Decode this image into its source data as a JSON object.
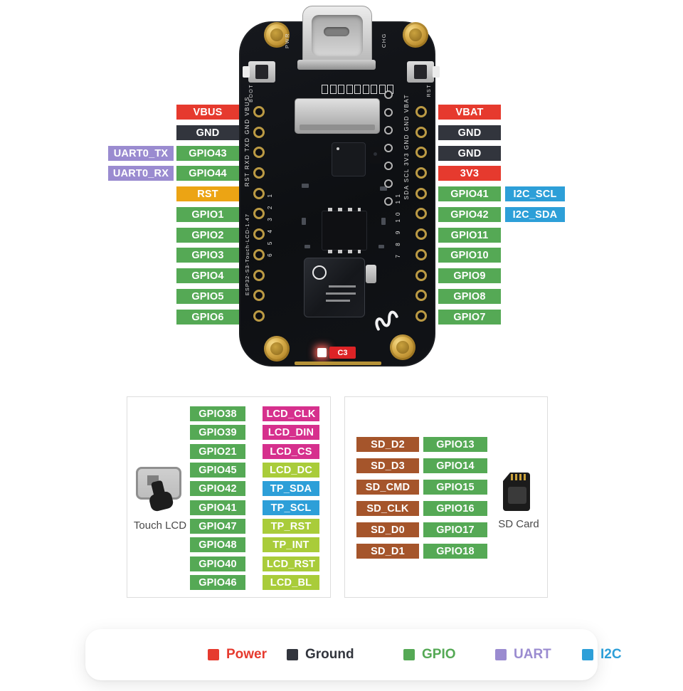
{
  "colors": {
    "power": "#e63a2e",
    "ground": "#32353d",
    "gpio": "#55a955",
    "uart": "#9a8bd0",
    "i2c": "#2d9fd8",
    "reset": "#eca414",
    "lcd_data": "#d6308d",
    "lcd_ctrl": "#a9cc3a",
    "sd": "#a5552b"
  },
  "board": {
    "model_silkscreen": "ESP32-S3-Touch-LCD-1.47",
    "left_pin_silkscreen": "RST RXD TXD GND VBUS",
    "right_pin_silkscreen": "SDA SCL 3V3 GND GND VBAT",
    "left_pin_numbers": "6 5 4 3 2 1",
    "right_pin_numbers": "7 8 9 10 11",
    "pwr_led_label": "PWR",
    "chg_led_label": "CHG",
    "boot_button_label": "BOOT",
    "reset_button_label": "RST",
    "c3_label": "C3"
  },
  "left_pins": [
    {
      "main": "VBUS",
      "type": "power"
    },
    {
      "main": "GND",
      "type": "ground"
    },
    {
      "main": "GPIO43",
      "type": "gpio",
      "alt": "UART0_TX",
      "alt_type": "uart"
    },
    {
      "main": "GPIO44",
      "type": "gpio",
      "alt": "UART0_RX",
      "alt_type": "uart"
    },
    {
      "main": "RST",
      "type": "reset"
    },
    {
      "main": "GPIO1",
      "type": "gpio"
    },
    {
      "main": "GPIO2",
      "type": "gpio"
    },
    {
      "main": "GPIO3",
      "type": "gpio"
    },
    {
      "main": "GPIO4",
      "type": "gpio"
    },
    {
      "main": "GPIO5",
      "type": "gpio"
    },
    {
      "main": "GPIO6",
      "type": "gpio"
    }
  ],
  "right_pins": [
    {
      "main": "VBAT",
      "type": "power"
    },
    {
      "main": "GND",
      "type": "ground"
    },
    {
      "main": "GND",
      "type": "ground"
    },
    {
      "main": "3V3",
      "type": "power"
    },
    {
      "main": "GPIO41",
      "type": "gpio",
      "alt": "I2C_SCL",
      "alt_type": "i2c"
    },
    {
      "main": "GPIO42",
      "type": "gpio",
      "alt": "I2C_SDA",
      "alt_type": "i2c"
    },
    {
      "main": "GPIO11",
      "type": "gpio"
    },
    {
      "main": "GPIO10",
      "type": "gpio"
    },
    {
      "main": "GPIO9",
      "type": "gpio"
    },
    {
      "main": "GPIO8",
      "type": "gpio"
    },
    {
      "main": "GPIO7",
      "type": "gpio"
    }
  ],
  "touch_lcd": {
    "label": "Touch LCD",
    "rows": [
      {
        "gpio": "GPIO38",
        "signal": "LCD_CLK",
        "signal_type": "lcd_data"
      },
      {
        "gpio": "GPIO39",
        "signal": "LCD_DIN",
        "signal_type": "lcd_data"
      },
      {
        "gpio": "GPIO21",
        "signal": "LCD_CS",
        "signal_type": "lcd_data"
      },
      {
        "gpio": "GPIO45",
        "signal": "LCD_DC",
        "signal_type": "lcd_ctrl"
      },
      {
        "gpio": "GPIO42",
        "signal": "TP_SDA",
        "signal_type": "i2c"
      },
      {
        "gpio": "GPIO41",
        "signal": "TP_SCL",
        "signal_type": "i2c"
      },
      {
        "gpio": "GPIO47",
        "signal": "TP_RST",
        "signal_type": "lcd_ctrl"
      },
      {
        "gpio": "GPIO48",
        "signal": "TP_INT",
        "signal_type": "lcd_ctrl"
      },
      {
        "gpio": "GPIO40",
        "signal": "LCD_RST",
        "signal_type": "lcd_ctrl"
      },
      {
        "gpio": "GPIO46",
        "signal": "LCD_BL",
        "signal_type": "lcd_ctrl"
      }
    ]
  },
  "sd_card": {
    "label": "SD Card",
    "rows": [
      {
        "signal": "SD_D2",
        "gpio": "GPIO13"
      },
      {
        "signal": "SD_D3",
        "gpio": "GPIO14"
      },
      {
        "signal": "SD_CMD",
        "gpio": "GPIO15"
      },
      {
        "signal": "SD_CLK",
        "gpio": "GPIO16"
      },
      {
        "signal": "SD_D0",
        "gpio": "GPIO17"
      },
      {
        "signal": "SD_D1",
        "gpio": "GPIO18"
      }
    ]
  },
  "legend": {
    "items": [
      {
        "label": "Power",
        "type": "power"
      },
      {
        "label": "Ground",
        "type": "ground"
      },
      {
        "label": "GPIO",
        "type": "gpio"
      },
      {
        "label": "UART",
        "type": "uart"
      },
      {
        "label": "I2C",
        "type": "i2c"
      }
    ]
  }
}
